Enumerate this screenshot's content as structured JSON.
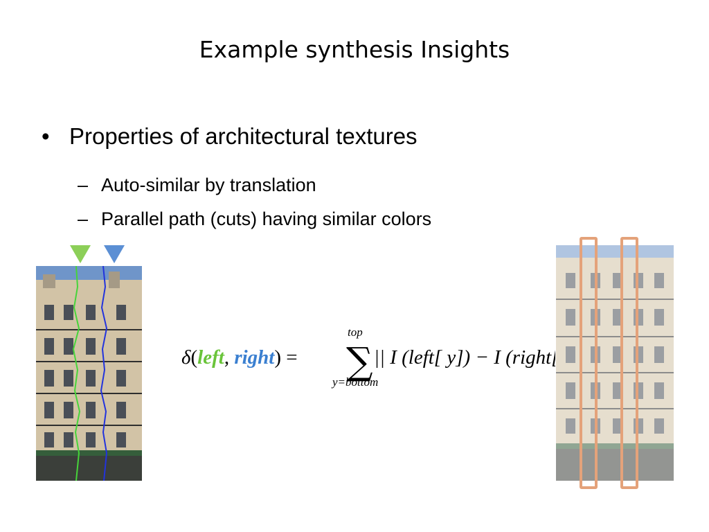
{
  "slide": {
    "title": "Example synthesis Insights",
    "bullet_marker": "•",
    "bullet": "Properties of architectural textures",
    "sub_marker": "–",
    "sub_items": [
      "Auto-similar by translation",
      "Parallel path (cuts) having similar colors"
    ]
  },
  "formula": {
    "delta": "δ",
    "open": "(",
    "left": "left",
    "comma": ",",
    "right": "right",
    "close_eq": ") =",
    "sum_symbol": "∑",
    "upper_limit": "top",
    "lower_limit": "y=bottom",
    "body": "|| I (left[ y]) − I (right[ y])"
  },
  "colors": {
    "left_path": "#6ac43a",
    "right_path": "#3a7fd0",
    "strip_outline": "#e4a27a"
  },
  "icons": {
    "left_marker": "triangle-down-green",
    "right_marker": "triangle-down-blue"
  }
}
